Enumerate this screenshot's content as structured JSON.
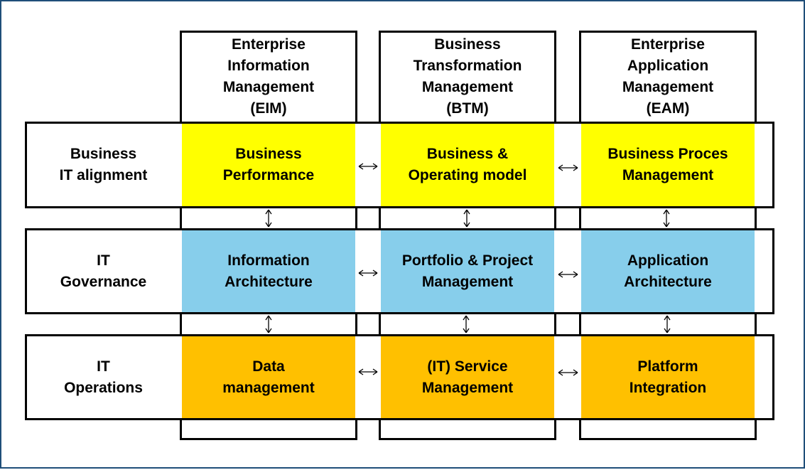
{
  "columns": [
    {
      "id": "eim",
      "header": "Enterprise\nInformation\nManagement\n(EIM)"
    },
    {
      "id": "btm",
      "header": "Business\nTransformation\nManagement\n(BTM)"
    },
    {
      "id": "eam",
      "header": "Enterprise\nApplication\nManagement\n(EAM)"
    }
  ],
  "rows": [
    {
      "id": "alignment",
      "label": "Business\nIT alignment",
      "color": "#ffff00"
    },
    {
      "id": "governance",
      "label": "IT\nGovernance",
      "color": "#87ceeb"
    },
    {
      "id": "operations",
      "label": "IT\nOperations",
      "color": "#ffc000"
    }
  ],
  "cells": [
    [
      "Business\nPerformance",
      "Business &\nOperating model",
      "Business Proces\nManagement"
    ],
    [
      "Information\nArchitecture",
      "Portfolio & Project\nManagement",
      "Application\nArchitecture"
    ],
    [
      "Data\nmanagement",
      "(IT) Service\nManagement",
      "Platform\nIntegration"
    ]
  ],
  "border_color": "#1f4e79"
}
